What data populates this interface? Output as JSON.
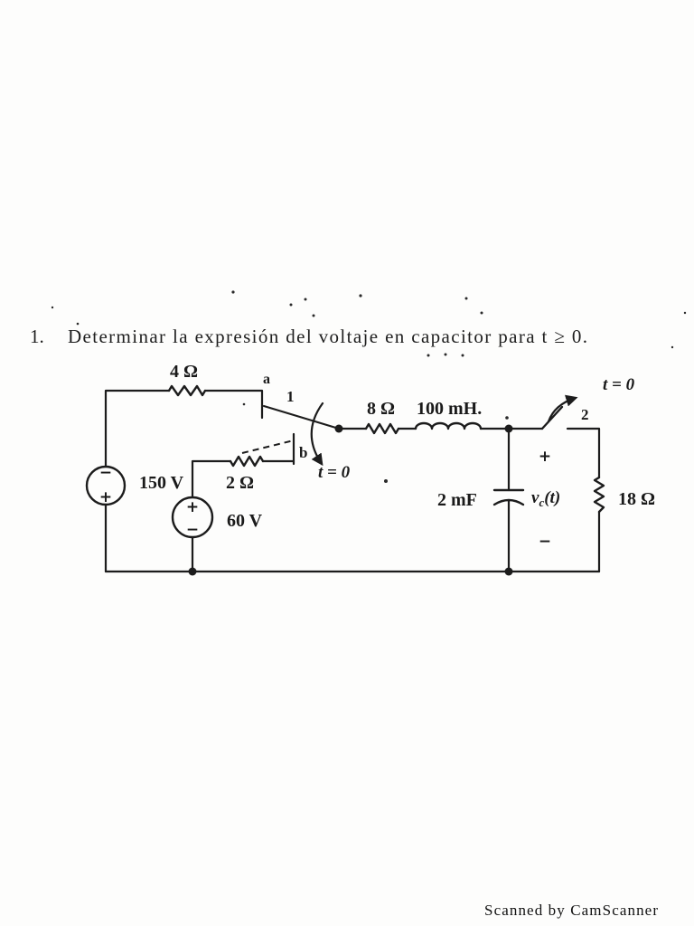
{
  "problem": {
    "number": "1.",
    "statement": "Determinar la expresión del voltaje en capacitor para t ≥ 0."
  },
  "circuit": {
    "source_150v": {
      "label": "150 V",
      "top_sign": "−",
      "bottom_sign": "+"
    },
    "resistor_4": "4 Ω",
    "terminal_a": "a",
    "switch_1": {
      "arm_label": "1",
      "terminal_b": "b",
      "time_label": "t = 0"
    },
    "resistor_2": "2 Ω",
    "source_60v": {
      "label": "60 V",
      "top_sign": "+",
      "bottom_sign": "−"
    },
    "resistor_8": "8 Ω",
    "inductor": "100 mH.",
    "switch_2": {
      "time_label": "t = 0",
      "terminal_label": "2"
    },
    "capacitor": {
      "label": "2 mF",
      "plus_sign": "+",
      "voltage_symbol": "v",
      "voltage_subscript": "c",
      "voltage_argument": "(t)",
      "minus_sign": "−"
    },
    "resistor_18": "18 Ω"
  },
  "footer": {
    "scanner_watermark": "Scanned by CamScanner"
  }
}
